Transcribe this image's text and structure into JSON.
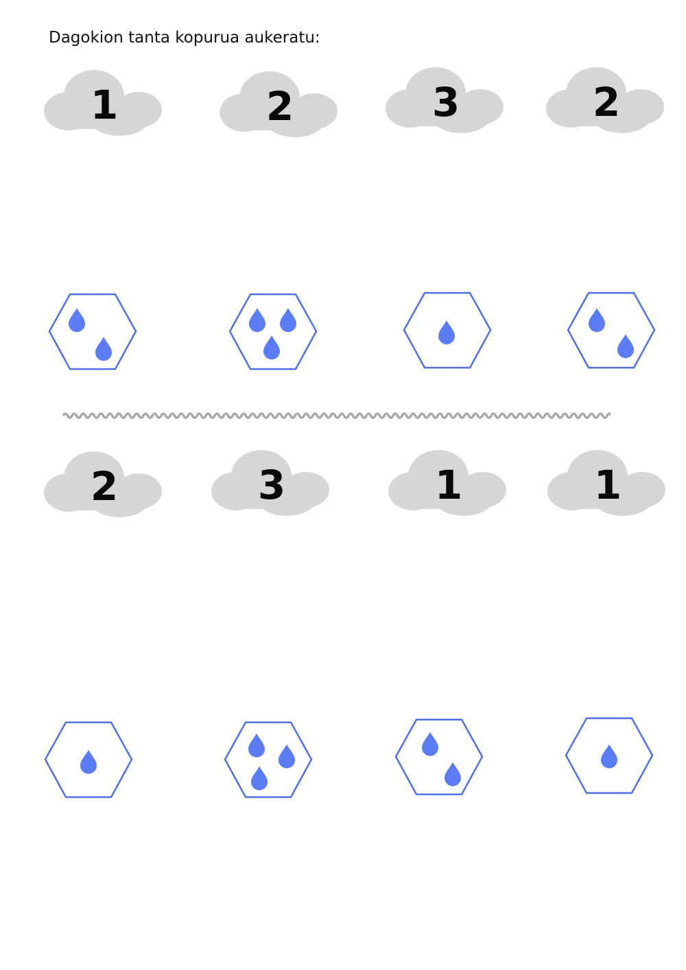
{
  "instruction": "Dagokion tanta kopurua aukeratu:",
  "colors": {
    "cloud": "#d6d6d6",
    "drop": "#5b7cf5",
    "hexagon_stroke": "#4f6fe6",
    "divider": "#a9a9a9",
    "number": "#0a0a0a"
  },
  "icons": {
    "cloud": "cloud-icon",
    "hexagon": "hexagon-icon",
    "drop": "water-drop-icon",
    "divider": "wavy-line-icon"
  },
  "section1": {
    "clouds": [
      "1",
      "2",
      "3",
      "2"
    ],
    "hexagon_drop_counts": [
      2,
      3,
      1,
      2
    ]
  },
  "section2": {
    "clouds": [
      "2",
      "3",
      "1",
      "1"
    ],
    "hexagon_drop_counts": [
      1,
      3,
      2,
      1
    ]
  }
}
